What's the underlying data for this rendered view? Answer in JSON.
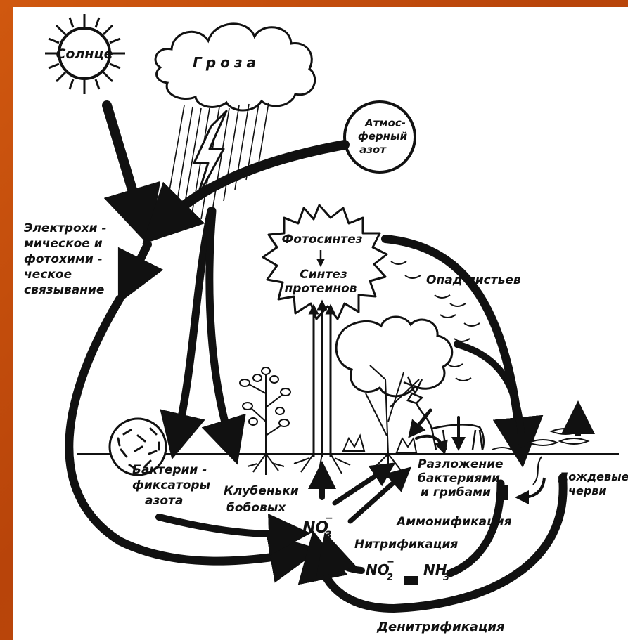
{
  "diagram": {
    "colors": {
      "background": "#c9500d",
      "paper": "#ffffff",
      "ink": "#111111"
    },
    "labels": {
      "sun": "Солнце",
      "thunderstorm": "Гроза",
      "atm_nitrogen_1": "Атмос-",
      "atm_nitrogen_2": "ферный",
      "atm_nitrogen_3": "азот",
      "electro_1": "Электрохи -",
      "electro_2": "мическое и",
      "electro_3": "фотохими -",
      "electro_4": "ческое",
      "electro_5": "связывание",
      "photosynthesis": "Фотосинтез",
      "protein_1": "Синтез",
      "protein_2": "протеинов",
      "leaf_fall": "Опад листьев",
      "bacteria_1": "Бактерии -",
      "bacteria_2": "фиксаторы",
      "bacteria_3": "азота",
      "nodules_1": "Клубеньки",
      "nodules_2": "бобовых",
      "decomp_1": "Разложение",
      "decomp_2": "бактериями",
      "decomp_3": "и грибами",
      "worms_1": "Дождевые",
      "worms_2": "черви",
      "no3": "NO",
      "no3_sub": "3",
      "no3_sup": "−",
      "ammonification": "Аммонификация",
      "nitrification": "Нитрификация",
      "no2": "NO",
      "no2_sub": "2",
      "no2_sup": "−",
      "nh3": "NH",
      "nh3_sub": "3",
      "denitrification": "Денитрификация"
    }
  }
}
